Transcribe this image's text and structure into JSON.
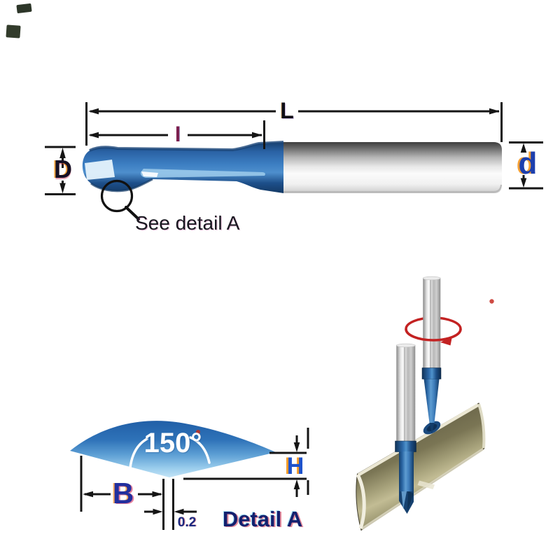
{
  "drawing": {
    "dims": {
      "overall_length_label": "L",
      "cut_length_label": "l",
      "cut_diameter_label": "D",
      "shank_diameter_label": "d",
      "tip_height_label": "H",
      "tip_width_label": "B",
      "tip_flat_width": "0.2",
      "tip_angle": "150°"
    },
    "callouts": {
      "see_detail": "See detail A",
      "detail_title": "Detail A"
    },
    "colors": {
      "tool_blue": "#2e6fb2",
      "tool_blue_dark": "#143d70",
      "shank_silver": "#d9d9d9",
      "dimension_black": "#151515",
      "label_blue": "#1c3fae",
      "label_maroon": "#7c1f4e",
      "label_navy": "#13206e",
      "angle_text_white": "#ffffff",
      "workpiece_olive": "#8a8462",
      "rotation_arrow_red": "#c32222"
    }
  }
}
